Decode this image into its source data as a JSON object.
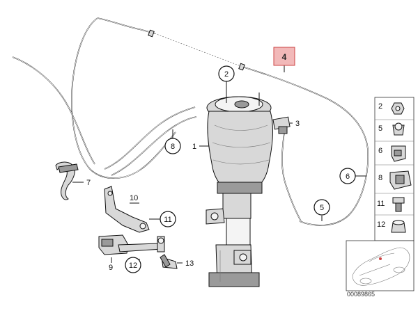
{
  "callouts": {
    "c1": "1",
    "c2": "2",
    "c3": "3",
    "c4": "4",
    "c5": "5",
    "c6": "6",
    "c7": "7",
    "c8": "8",
    "c9": "9",
    "c10": "10",
    "c11": "11",
    "c12": "12",
    "c13": "13"
  },
  "side_panel": {
    "items": [
      "2",
      "5",
      "6",
      "8",
      "11",
      "12"
    ]
  },
  "drawing_number": "00089865",
  "colors": {
    "highlight_fill": "#f2b9b9",
    "highlight_stroke": "#c44444",
    "line": "#111111"
  }
}
